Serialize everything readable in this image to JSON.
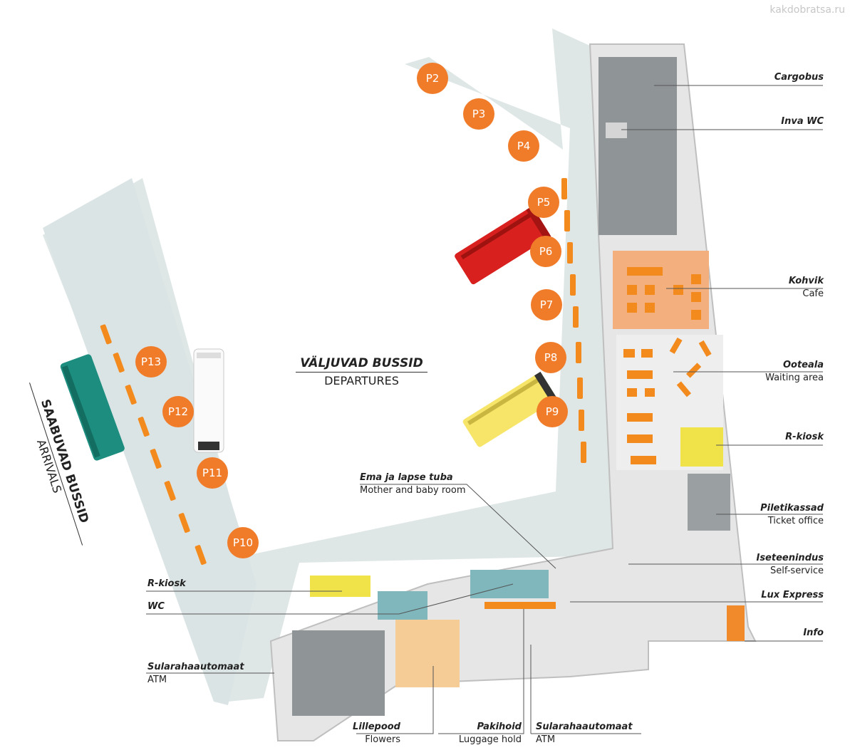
{
  "watermark": "kakdobratsa.ru",
  "zones": {
    "departures": {
      "main": "VÄLJUVAD BUSSID",
      "sub": "DEPARTURES"
    },
    "arrivals": {
      "main": "SAABUVAD BUSSID",
      "sub": "ARRIVALS"
    }
  },
  "bays": [
    "P2",
    "P3",
    "P4",
    "P5",
    "P6",
    "P7",
    "P8",
    "P9",
    "P10",
    "P11",
    "P12",
    "P13"
  ],
  "labels": {
    "cargobus": {
      "main": "Cargobus"
    },
    "inva_wc": {
      "main": "Inva WC"
    },
    "kohvik": {
      "main": "Kohvik",
      "sub": "Cafe"
    },
    "ooteala": {
      "main": "Ooteala",
      "sub": "Waiting area"
    },
    "rkiosk_right": {
      "main": "R-kiosk"
    },
    "piletikassad": {
      "main": "Piletikassad",
      "sub": "Ticket office"
    },
    "iseteenindus": {
      "main": "Iseteenindus",
      "sub": "Self-service"
    },
    "lux_express": {
      "main": "Lux Express"
    },
    "info": {
      "main": "Info"
    },
    "ema_ja_lapse": {
      "main": "Ema ja lapse tuba",
      "sub": "Mother and baby room"
    },
    "rkiosk_left": {
      "main": "R-kiosk"
    },
    "wc": {
      "main": "WC"
    },
    "atm_left": {
      "main": "Sularahaautomaat",
      "sub": "ATM"
    },
    "lillepood": {
      "main": "Lillepood",
      "sub": "Flowers"
    },
    "pakihoid": {
      "main": "Pakihoid",
      "sub": "Luggage hold"
    },
    "atm_bottom": {
      "main": "Sularahaautomaat",
      "sub": "ATM"
    }
  },
  "colors": {
    "bay": "#f07c2a",
    "platform": "#d8e2e2",
    "building_dark": "#8f9497",
    "building_floor": "#e2e2e2",
    "bench": "#f28a1e",
    "red_bus": "#d8201e",
    "teal_bus": "#1c8d7e",
    "yellow_bus": "#f7e56a"
  }
}
